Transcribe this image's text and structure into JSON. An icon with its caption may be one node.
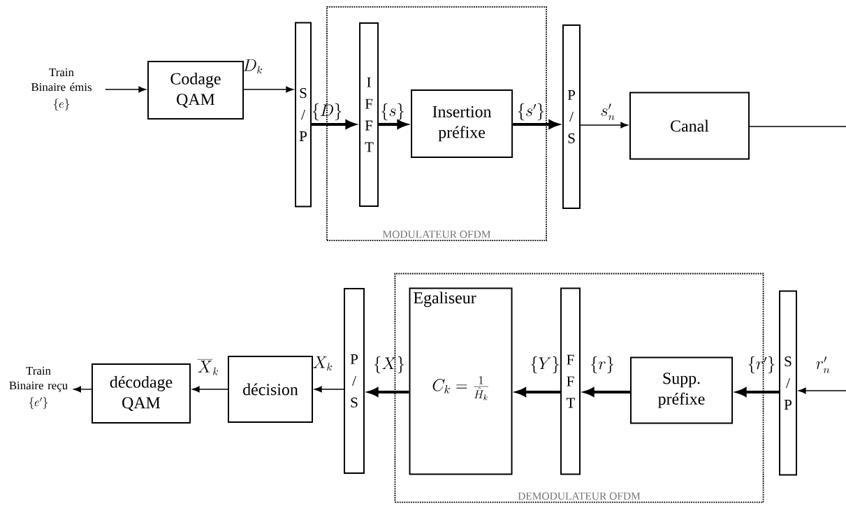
{
  "diagram": {
    "nodes": [
      {
        "text": [
          "Train Binaire émis",
          "\\{e\\}"
        ]
      },
      {
        "text": [
          "Codage QAM"
        ]
      },
      {
        "text": [
          "S / P"
        ]
      },
      {
        "text": [
          "MODULATEUR OFDM"
        ]
      },
      {
        "text": [
          "I F F T"
        ],
        "in": 3
      },
      {
        "text": [
          "Insertion préfixe"
        ],
        "in": 3
      },
      {
        "text": [
          "P / S"
        ]
      },
      {
        "text": [
          "Canal"
        ]
      },
      {
        "text": [
          "Train Binaire reçu",
          "\\{e'\\}"
        ]
      },
      {
        "text": [
          "décodage QAM"
        ]
      },
      {
        "text": [
          "décision"
        ]
      },
      {
        "text": [
          "P / S"
        ]
      },
      {
        "text": [
          "DEMODULATEUR OFDM"
        ]
      },
      {
        "text": [
          "Egaliseur",
          "C_k = \\frac{1}{\\hat{H}_k}"
        ],
        "in": 12
      },
      {
        "text": [
          "F F T"
        ],
        "in": 12
      },
      {
        "text": [
          "Supp. préfixe"
        ],
        "in": 12
      },
      {
        "text": [
          "S / P"
        ]
      }
    ],
    "edges": [
      {
        "from": 0,
        "to": 1,
        "arrow": "to"
      },
      {
        "from": 1,
        "to": 2,
        "arrow": "to",
        "label": "D_k"
      },
      {
        "from": 2,
        "to": 4,
        "arrow": "to",
        "label": "\\{D\\}",
        "style": "thick"
      },
      {
        "from": 4,
        "to": 5,
        "arrow": "to",
        "label": "\\{s\\}",
        "style": "thick"
      },
      {
        "from": 5,
        "to": 6,
        "arrow": "to",
        "label": "\\{s'\\}",
        "style": "thick"
      },
      {
        "from": 6,
        "to": 7,
        "arrow": "to",
        "label": "s'_n"
      },
      {
        "from": 7,
        "to": null,
        "arrow": "none"
      },
      {
        "from": null,
        "to": 16,
        "arrow": "to",
        "label": "r'_n"
      },
      {
        "from": 16,
        "to": 15,
        "arrow": "to",
        "label": "\\{r'\\}",
        "style": "thick"
      },
      {
        "from": 15,
        "to": 14,
        "arrow": "to",
        "label": "\\{r\\}",
        "style": "thick"
      },
      {
        "from": 14,
        "to": 13,
        "arrow": "to",
        "label": "\\{Y\\}",
        "style": "thick"
      },
      {
        "from": 13,
        "to": 11,
        "arrow": "to",
        "label": "\\{X\\}",
        "style": "thick"
      },
      {
        "from": 11,
        "to": 10,
        "arrow": "to",
        "label": "X_k"
      },
      {
        "from": 10,
        "to": 9,
        "arrow": "to",
        "label": "\\overline{X}_k"
      },
      {
        "from": 9,
        "to": 8,
        "arrow": "to"
      }
    ]
  }
}
